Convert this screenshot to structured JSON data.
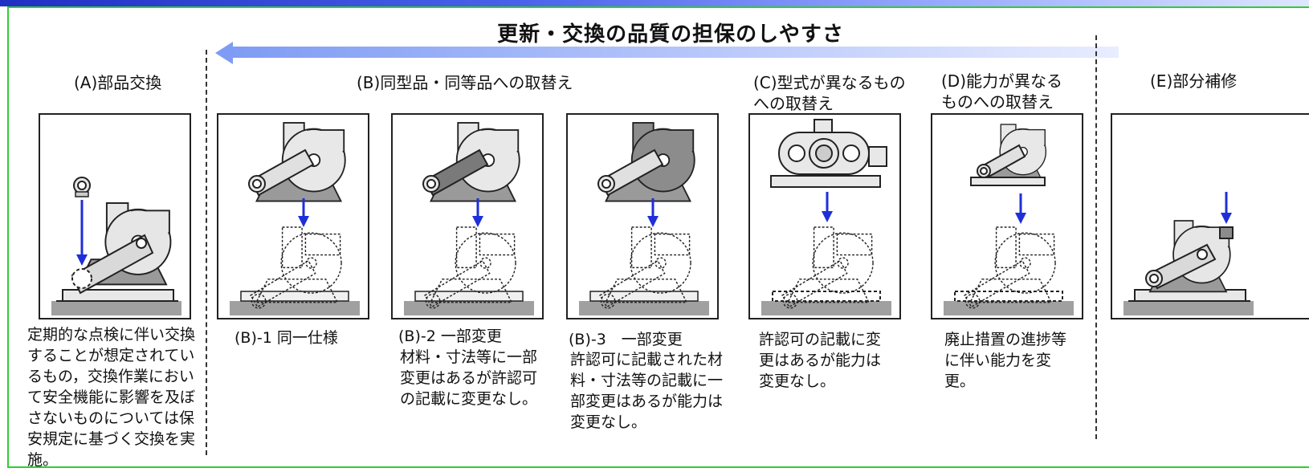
{
  "title": "更新・交換の品質の担保のしやすさ",
  "headers": {
    "a": "(A)部品交換",
    "b": "(B)同型品・同等品への取替え",
    "c": "(C)型式が異なるものへの取替え",
    "d": "(D)能力が異なるものへの取替え",
    "e": "(E)部分補修"
  },
  "captions": {
    "a": "定期的な点検に伴い交換することが想定されているもの，交換作業において安全機能に影響を及ぼさないものについては保安規定に基づく交換を実施。",
    "b1": "(B)-1 同一仕様",
    "b2_title": "(B)-2 一部変更",
    "b2": "材料・寸法等に一部変更はあるが許認可の記載に変更なし。",
    "b3_title": "(B)-3　一部変更",
    "b3": "許認可に記載された材料・寸法等の記載に一部変更はあるが能力は変更なし。",
    "c": "許認可の記載に変更はあるが能力は変更なし。",
    "d": "廃止措置の進捗等に伴い能力を変更。"
  },
  "colors": {
    "arrow_blue": "#1f2fd8",
    "frame_green": "#33cc33",
    "progress_arrow": "#7f9cf4"
  }
}
